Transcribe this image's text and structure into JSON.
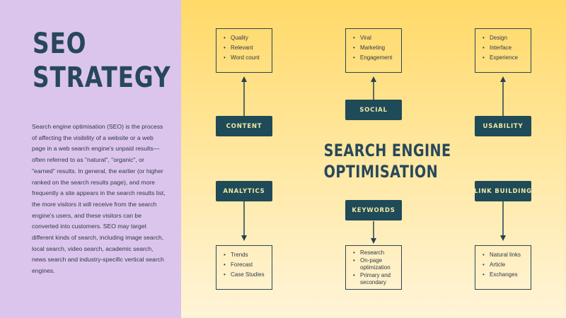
{
  "title": {
    "line1": "SEO",
    "line2": "STRATEGY"
  },
  "description": "Search engine optimisation (SEO) is the process of affecting the visibility of a website or a web page in a web search engine's unpaid results—often referred to as \"natural\", \"organic\", or \"earned\" results. In general, the earlier (or higher ranked on the search results page), and more frequently a site appears in the search results list, the more visitors it will receive from the search engine's users, and these visitors can be converted into customers. SEO may target different kinds of search, including image search, local search, video search, academic search, news search and industry-specific vertical search engines.",
  "center": {
    "line1": "SEARCH ENGINE",
    "line2": "OPTIMISATION"
  },
  "nodes": {
    "content": "CONTENT",
    "social": "SOCIAL",
    "usability": "USABILITY",
    "analytics": "ANALYTICS",
    "keywords": "KEYWORDS",
    "link_building": "LINK BUILDING"
  },
  "boxes": {
    "content": [
      "Quality",
      "Relevant",
      "Word count"
    ],
    "social": [
      "Viral",
      "Marketing",
      "Engagement"
    ],
    "usability": [
      "Design",
      "Interface",
      "Experience"
    ],
    "analytics": [
      "Trends",
      "Forecast",
      "Case Studies"
    ],
    "keywords": [
      "Research",
      "On-page optimization",
      "Primary and secondary"
    ],
    "link_building": [
      "Natural links",
      "Article",
      "Exchanges"
    ]
  },
  "colors": {
    "left_bg": "#dcc5ec",
    "right_bg_top": "#ffd968",
    "right_bg_bottom": "#fff4d8",
    "node_bg": "#1f4a57",
    "node_text": "#f1e8a8",
    "title": "#27485a"
  }
}
